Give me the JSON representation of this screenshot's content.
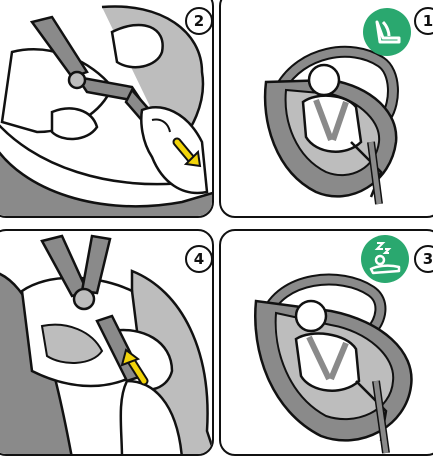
{
  "steps": [
    {
      "number": "2",
      "icon": "finger-pull-strap-icon"
    },
    {
      "number": "1",
      "icon": "seat-recline-icon"
    },
    {
      "number": "4",
      "icon": "finger-push-strap-icon"
    },
    {
      "number": "3",
      "icon": "sleeping-baby-icon"
    }
  ],
  "colors": {
    "badge": "#2aa86f",
    "arrow": "#f2d40a",
    "seat": "#8a8a8a",
    "seat_light": "#bdbdbd",
    "line": "#111111"
  }
}
